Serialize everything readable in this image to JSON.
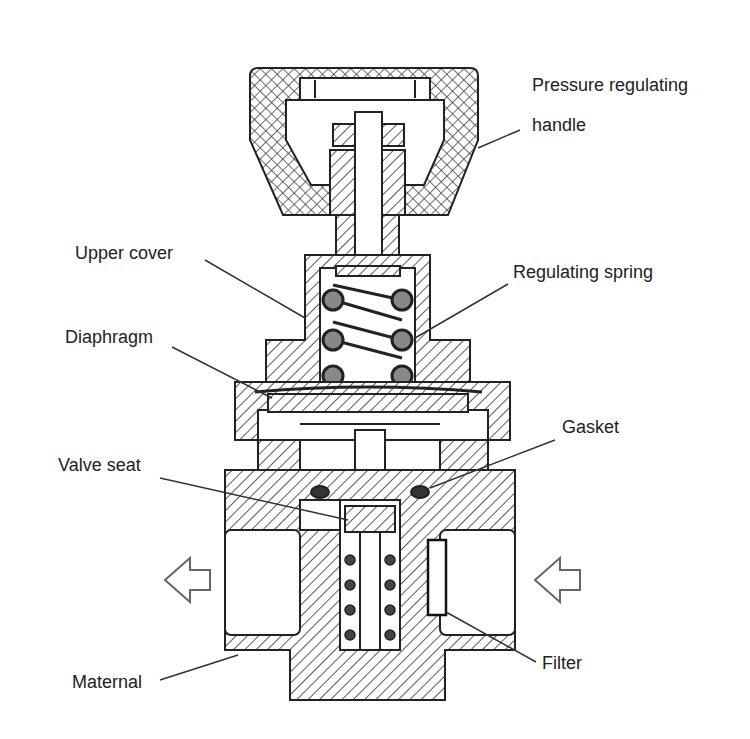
{
  "diagram": {
    "labels": [
      "Pressure regulating handle",
      "Upper cover",
      "Regulating spring",
      "Diaphragm",
      "Gasket",
      "Valve seat",
      "Maternal",
      "Filter"
    ]
  }
}
